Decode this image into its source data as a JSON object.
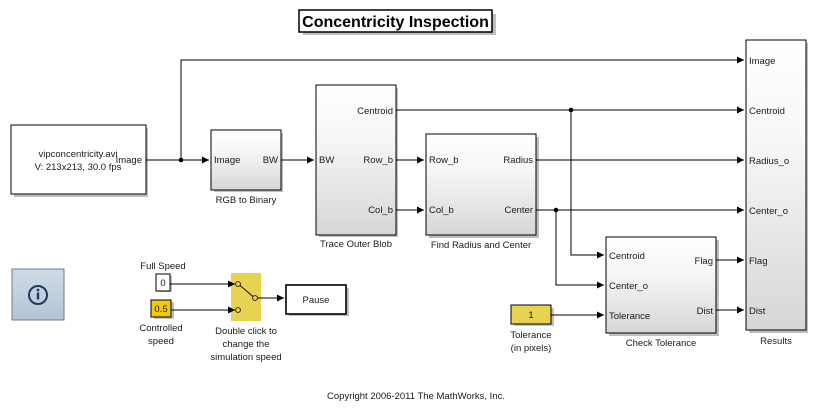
{
  "title": "Concentricity Inspection",
  "copyright": "Copyright 2006-2011 The MathWorks, Inc.",
  "colors": {
    "block_gradient_top": "#ffffff",
    "block_gradient_bottom": "#d9d9d9",
    "yellow": "#e8d252",
    "yellow_dark": "#f2c80f",
    "info_bg": "#c2d1e0",
    "info_icon": "#1f3a5a"
  },
  "blocks": {
    "source": {
      "line1": "vipconcentricity.avi",
      "line2": "V: 213x213, 30.0 fps",
      "out_port": "Image"
    },
    "rgb_to_binary": {
      "name": "RGB to Binary",
      "in_port": "Image",
      "out_port": "BW"
    },
    "trace_outer_blob": {
      "name": "Trace Outer Blob",
      "in_port": "BW",
      "out_ports": [
        "Centroid",
        "Row_b",
        "Col_b"
      ]
    },
    "find_radius": {
      "name": "Find Radius and Center",
      "in_ports": [
        "Row_b",
        "Col_b"
      ],
      "out_ports": [
        "Radius",
        "Center"
      ]
    },
    "check_tolerance": {
      "name": "Check Tolerance",
      "in_ports": [
        "Centroid",
        "Center_o",
        "Tolerance"
      ],
      "out_ports": [
        "Flag",
        "Dist"
      ]
    },
    "results": {
      "name": "Results",
      "in_ports": [
        "Image",
        "Centroid",
        "Radius_o",
        "Center_o",
        "Flag",
        "Dist"
      ]
    },
    "tolerance_const": {
      "value": "1",
      "label_line1": "Tolerance",
      "label_line2": "(in pixels)"
    },
    "full_speed_const": {
      "value": "0",
      "label": "Full Speed"
    },
    "controlled_speed_const": {
      "value": "0.5",
      "label_line1": "Controlled",
      "label_line2": "speed"
    },
    "speed_switch": {
      "label_line1": "Double click to",
      "label_line2": "change the",
      "label_line3": "simulation speed"
    },
    "pause": {
      "label": "Pause"
    },
    "info": {
      "icon": "info-icon"
    }
  }
}
